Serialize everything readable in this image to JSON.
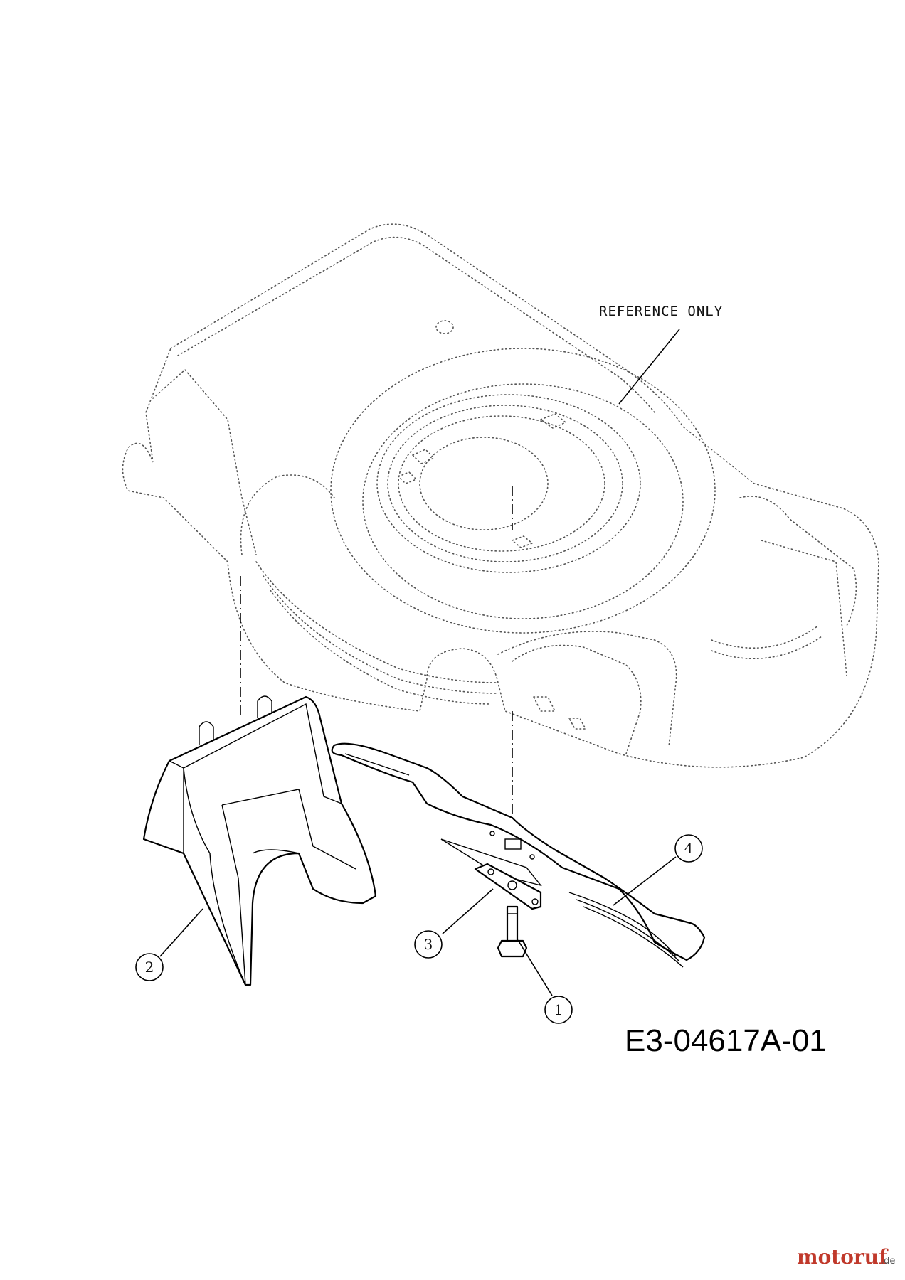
{
  "diagram": {
    "reference_label": "REFERENCE ONLY",
    "callouts": [
      "1",
      "2",
      "3",
      "4"
    ],
    "drawing_code": "E3-04617A-01"
  },
  "watermark": {
    "brand": "motoruf",
    "suffix": ".de",
    "colors": [
      "#c0392b",
      "#e67e22",
      "#27ae60",
      "#2980b9"
    ]
  }
}
